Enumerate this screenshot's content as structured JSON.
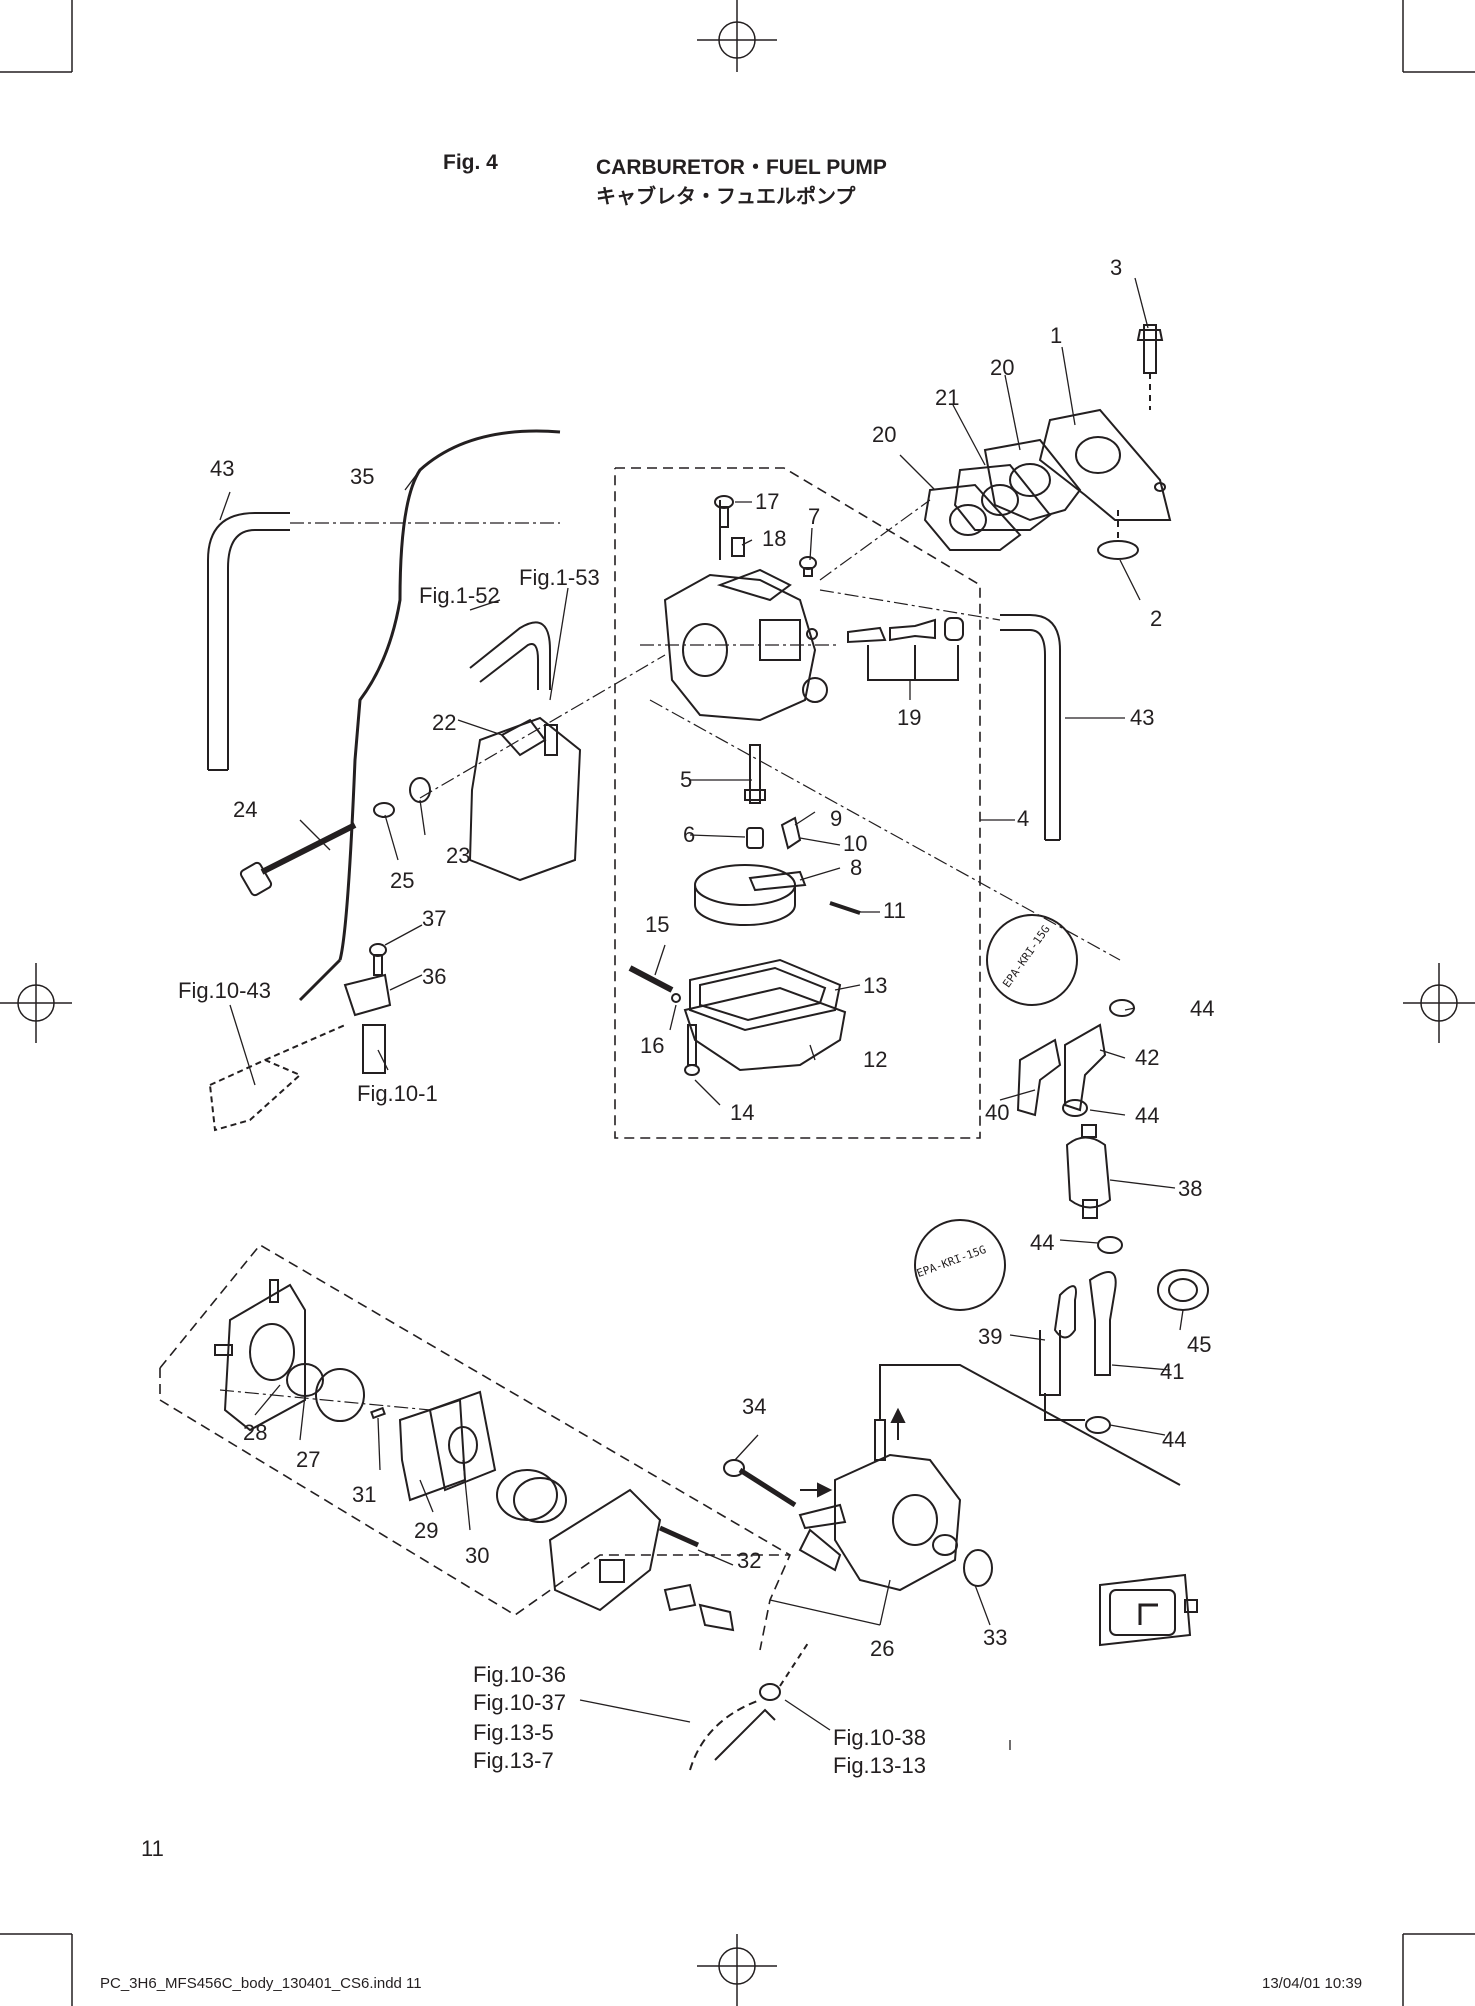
{
  "header": {
    "fig_label": "Fig. 4",
    "title": "CARBURETOR・FUEL PUMP",
    "title_jp": "キャブレタ・フュエルポンプ"
  },
  "callouts": {
    "n1": "1",
    "n2": "2",
    "n3": "3",
    "n4": "4",
    "n5": "5",
    "n6": "6",
    "n7": "7",
    "n8": "8",
    "n9": "9",
    "n10": "10",
    "n11": "11",
    "n12": "12",
    "n13": "13",
    "n14": "14",
    "n15": "15",
    "n16": "16",
    "n17": "17",
    "n18": "18",
    "n19": "19",
    "n20a": "20",
    "n20b": "20",
    "n21": "21",
    "n22": "22",
    "n23": "23",
    "n24": "24",
    "n25": "25",
    "n26": "26",
    "n27": "27",
    "n28": "28",
    "n29": "29",
    "n30": "30",
    "n31": "31",
    "n32": "32",
    "n33": "33",
    "n34": "34",
    "n35": "35",
    "n36": "36",
    "n37": "37",
    "n38": "38",
    "n39": "39",
    "n40": "40",
    "n41": "41",
    "n42": "42",
    "n43a": "43",
    "n43b": "43",
    "n44a": "44",
    "n44b": "44",
    "n44c": "44",
    "n44d": "44",
    "n45": "45"
  },
  "references": {
    "fig1_52": "Fig.1-52",
    "fig1_53": "Fig.1-53",
    "fig10_43": "Fig.10-43",
    "fig10_1": "Fig.10-1",
    "fig10_36": "Fig.10-36",
    "fig10_37": "Fig.10-37",
    "fig13_5": "Fig.13-5",
    "fig13_7": "Fig.13-7",
    "fig10_38": "Fig.10-38",
    "fig13_13": "Fig.13-13"
  },
  "stamps": {
    "epa_upper": "EPA-KRI-15G",
    "epa_lower": "EPA-KRI-15G"
  },
  "footer": {
    "page_number": "11",
    "file_name": "PC_3H6_MFS456C_body_130401_CS6.indd 11",
    "timestamp": "13/04/01 10:39"
  }
}
